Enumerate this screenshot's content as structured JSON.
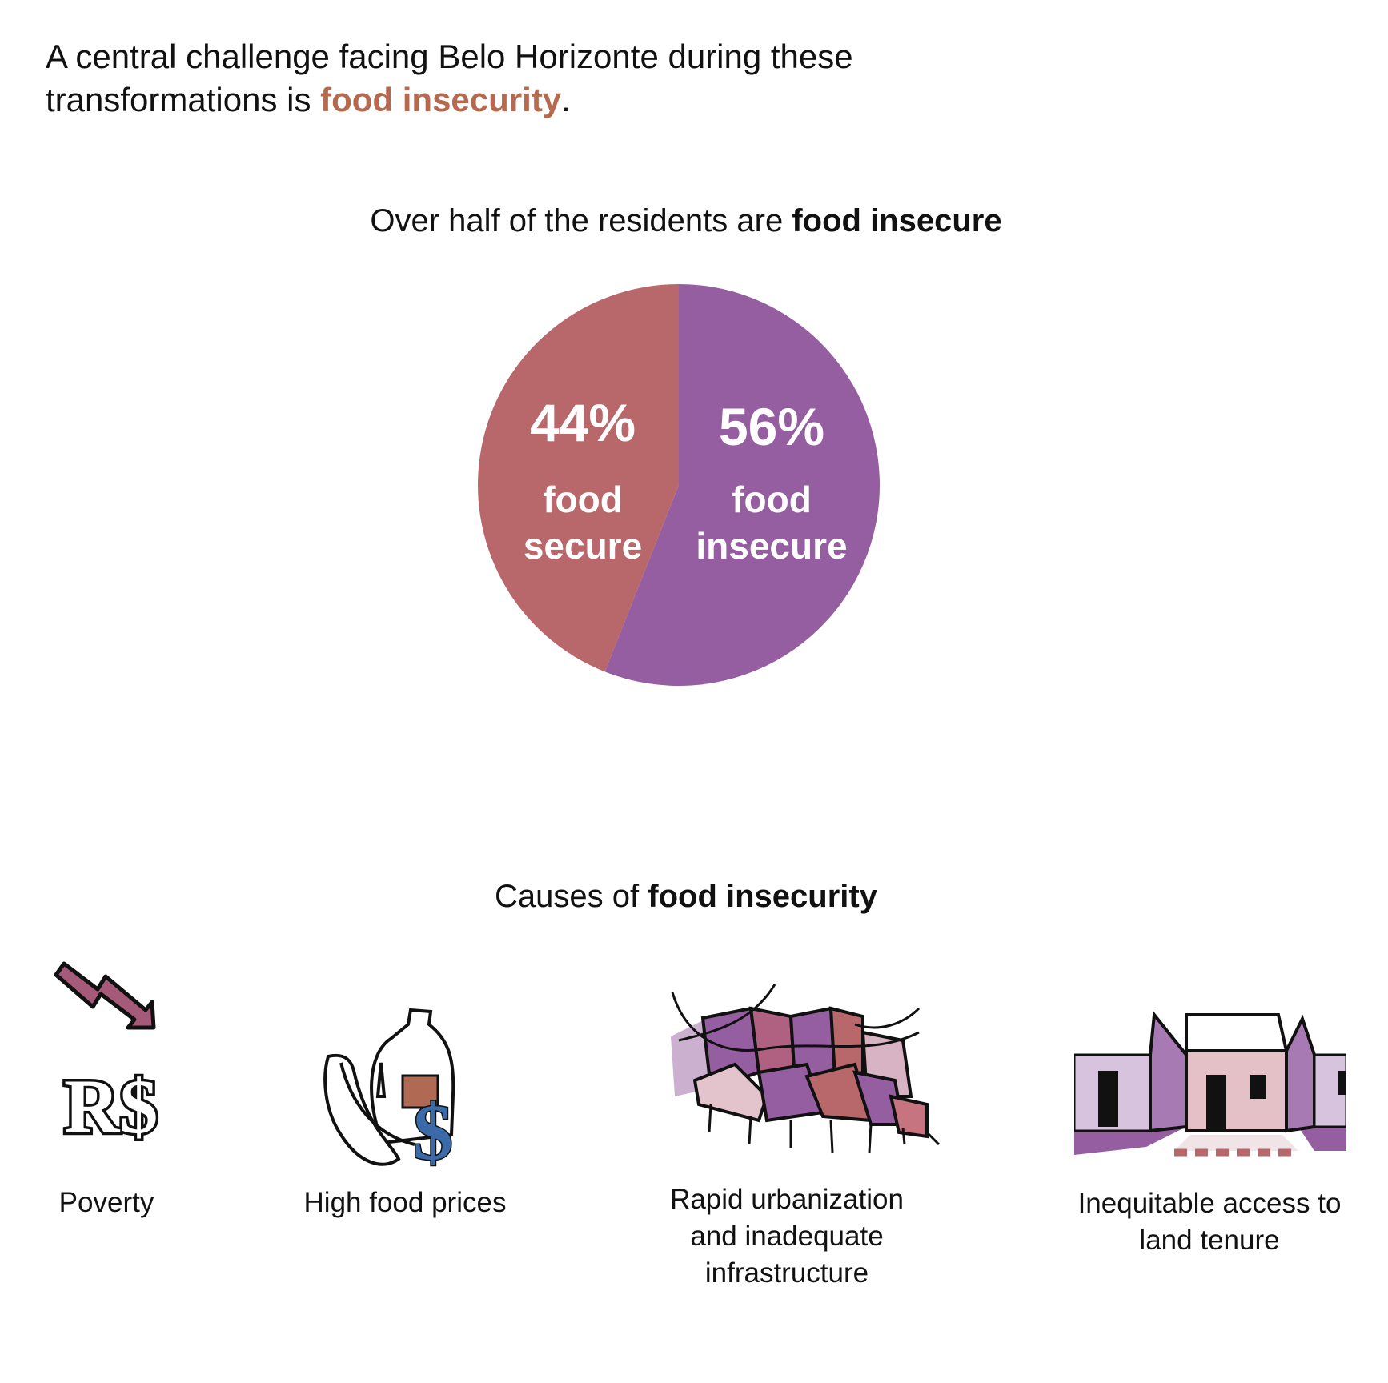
{
  "intro": {
    "text_before": "A central challenge facing Belo Horizonte during these transformations is ",
    "highlight": "food insecurity",
    "text_after": "."
  },
  "pie_title": {
    "text": "Over half of the residents are ",
    "bold": "food insecure"
  },
  "chart_data": {
    "type": "pie",
    "title": "Over half of the residents are food insecure",
    "slices": [
      {
        "label": "food insecure",
        "label_lines": [
          "food",
          "insecure"
        ],
        "value": 56,
        "value_label": "56%",
        "color": "#955EA0"
      },
      {
        "label": "food secure",
        "label_lines": [
          "food",
          "secure"
        ],
        "value": 44,
        "value_label": "44%",
        "color": "#B8676B"
      }
    ]
  },
  "causes": {
    "title": "Causes of ",
    "title_bold": "food insecurity",
    "items": [
      {
        "label": "Poverty",
        "icon": "poverty-rs-down-arrow-icon"
      },
      {
        "label": "High food prices",
        "icon": "groceries-dollar-icon"
      },
      {
        "label": "Rapid urbanization and inadequate infrastructure",
        "icon": "favela-houses-icon"
      },
      {
        "label": "Inequitable access to land tenure",
        "icon": "houses-street-icon"
      }
    ]
  },
  "colors": {
    "accent": "#B5694F",
    "rose": "#B8676B",
    "purple": "#955EA0",
    "blue": "#3A6AA8"
  }
}
